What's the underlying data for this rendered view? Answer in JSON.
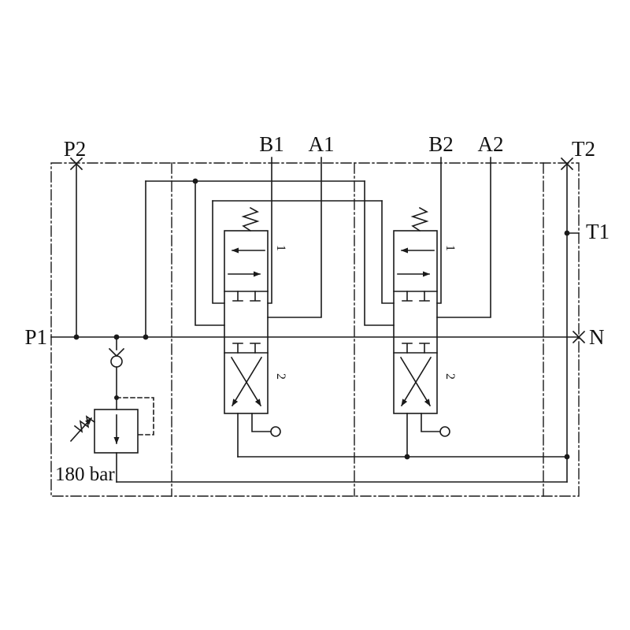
{
  "colors": {
    "line": "#1a1a1a",
    "background": "#ffffff"
  },
  "ports": {
    "p2": "P2",
    "b1": "B1",
    "a1": "A1",
    "b2": "B2",
    "a2": "A2",
    "t2": "T2",
    "t1": "T1",
    "n": "N",
    "p1": "P1"
  },
  "relief_valve": {
    "setting": "180 bar"
  },
  "valve1": {
    "position_top": "1",
    "position_bottom": "2"
  },
  "valve2": {
    "position_top": "1",
    "position_bottom": "2"
  }
}
